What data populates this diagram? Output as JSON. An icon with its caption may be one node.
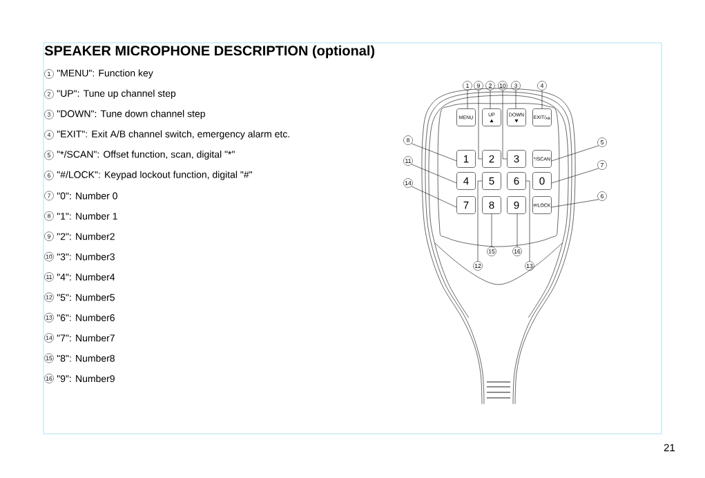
{
  "diagram": {
    "title": "SPEAKER MICROPHONE DESCRIPTION (optional)",
    "nodes": [
      {
        "text": [
          "MENU"
        ]
      },
      {
        "text": [
          "UP"
        ]
      },
      {
        "text": [
          "DOWN"
        ]
      },
      {
        "text": [
          "EXIT/$_{AB}$"
        ]
      },
      {
        "text": [
          "1"
        ]
      },
      {
        "text": [
          "2"
        ]
      },
      {
        "text": [
          "3"
        ]
      },
      {
        "text": [
          "*/SCAN"
        ]
      },
      {
        "text": [
          "4"
        ]
      },
      {
        "text": [
          "5"
        ]
      },
      {
        "text": [
          "6"
        ]
      },
      {
        "text": [
          "0"
        ]
      },
      {
        "text": [
          "7"
        ]
      },
      {
        "text": [
          "8"
        ]
      },
      {
        "text": [
          "9"
        ]
      },
      {
        "text": [
          "#/LOCK"
        ]
      },
      {
        "text": [
          "1"
        ]
      },
      {
        "text": [
          "9"
        ]
      },
      {
        "text": [
          "2"
        ]
      },
      {
        "text": [
          "10"
        ]
      },
      {
        "text": [
          "3"
        ]
      },
      {
        "text": [
          "4"
        ]
      },
      {
        "text": [
          "8"
        ]
      },
      {
        "text": [
          "5"
        ]
      },
      {
        "text": [
          "11"
        ]
      },
      {
        "text": [
          "7"
        ]
      },
      {
        "text": [
          "14"
        ]
      },
      {
        "text": [
          "6"
        ]
      },
      {
        "text": [
          "15"
        ]
      },
      {
        "text": [
          "16"
        ]
      },
      {
        "text": [
          "12"
        ]
      },
      {
        "text": [
          "13"
        ]
      },
      {
        "text": [
          "1"
        ],
        "beside": [
          "\"MENU\": Function key"
        ]
      },
      {
        "text": [
          "2"
        ],
        "beside": [
          "\"UP\": Tune up channel step"
        ]
      },
      {
        "text": [
          "3"
        ],
        "beside": [
          "\"DOWN\": Tune down channel step"
        ]
      },
      {
        "text": [
          "4"
        ],
        "beside": [
          "\"EXIT\": Exit A/B channel switch, emergency alarm etc."
        ]
      },
      {
        "text": [
          "5"
        ],
        "beside": [
          "\"*/SCAN\": Offset function, scan, digital \"*\""
        ]
      },
      {
        "text": [
          "6"
        ],
        "beside": [
          "\"#/LOCK\": Keypad lockout function, digital \"#\""
        ]
      },
      {
        "text": [
          "7"
        ],
        "beside": [
          "\"0\": Number 0"
        ]
      },
      {
        "text": [
          "8"
        ],
        "beside": [
          "\"1\": Number 1"
        ]
      },
      {
        "text": [
          "9"
        ],
        "beside": [
          "\"2\": Number2"
        ]
      },
      {
        "text": [
          "10"
        ],
        "beside": [
          "\"3\": Number3"
        ]
      },
      {
        "text": [
          "11"
        ],
        "beside": [
          "\"4\": Number4"
        ]
      },
      {
        "text": [
          "12"
        ],
        "beside": [
          "\"5\": Number5"
        ]
      },
      {
        "text": [
          "13"
        ],
        "beside": [
          "\"6\": Number6"
        ]
      },
      {
        "text": [
          "14"
        ],
        "beside": [
          "\"7\": Number7"
        ]
      },
      {
        "text": [
          "15"
        ],
        "beside": [
          "\"8\": Number8"
        ]
      },
      {
        "text": [
          "16"
        ],
        "beside": [
          "\"9\": Number9"
        ]
      }
    ],
    "edges": [
      {
        "from": 16,
        "to": 0,
        "arrow": "none"
      },
      {
        "from": 17,
        "to": 5,
        "arrow": "none"
      },
      {
        "from": 18,
        "to": 1,
        "arrow": "none"
      },
      {
        "from": 19,
        "to": 6,
        "arrow": "none"
      },
      {
        "from": 20,
        "to": 2,
        "arrow": "none"
      },
      {
        "from": 21,
        "to": 3,
        "arrow": "none"
      },
      {
        "from": 22,
        "to": 4,
        "arrow": "none"
      },
      {
        "from": 23,
        "to": 7,
        "arrow": "none"
      },
      {
        "from": 24,
        "to": 8,
        "arrow": "none"
      },
      {
        "from": 25,
        "to": 11,
        "arrow": "none"
      },
      {
        "from": 26,
        "to": 12,
        "arrow": "none"
      },
      {
        "from": 27,
        "to": 15,
        "arrow": "none"
      },
      {
        "from": 28,
        "to": 13,
        "arrow": "none"
      },
      {
        "from": 29,
        "to": 14,
        "arrow": "none"
      },
      {
        "from": 30,
        "to": 9,
        "arrow": "none"
      },
      {
        "from": 31,
        "to": 10,
        "arrow": "none"
      }
    ],
    "labels": [
      "21"
    ]
  }
}
